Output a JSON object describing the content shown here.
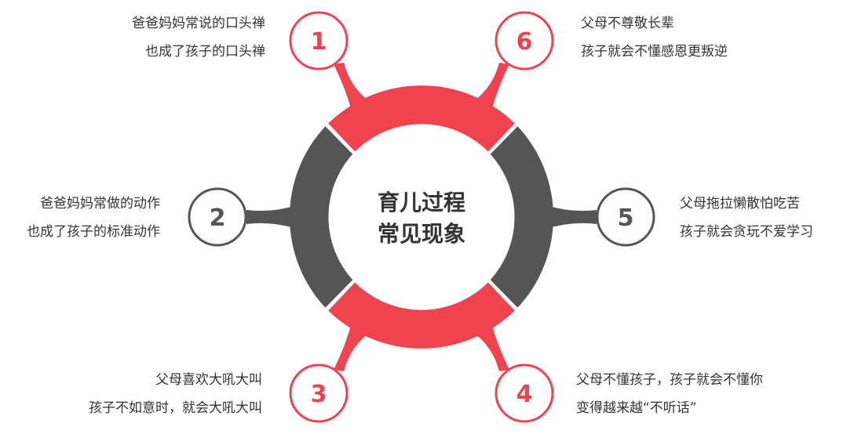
{
  "colors": {
    "red": "#f04350",
    "dark": "#555555",
    "text": "#333333"
  },
  "center": {
    "line1": "育儿过程",
    "line2": "常见现象"
  },
  "nodes": [
    {
      "num": "1",
      "line1": "爸爸妈妈常说的口头禅",
      "line2": "也成了孩子的口头禅",
      "color": "#f04350"
    },
    {
      "num": "2",
      "line1": "爸爸妈妈常做的动作",
      "line2": "也成了孩子的标准动作",
      "color": "#555555"
    },
    {
      "num": "3",
      "line1": "父母喜欢大吼大叫",
      "line2": "孩子不如意时，就会大吼大叫",
      "color": "#f04350"
    },
    {
      "num": "4",
      "line1": "父母不懂孩子，孩子就会不懂你",
      "line2": "变得越来越“不听话”",
      "color": "#f04350"
    },
    {
      "num": "5",
      "line1": "父母拖拉懒散怕吃苦",
      "line2": "孩子就会贪玩不爱学习",
      "color": "#555555"
    },
    {
      "num": "6",
      "line1": "父母不尊敬长辈",
      "line2": "孩子就会不懂感恩更叛逆",
      "color": "#f04350"
    }
  ]
}
